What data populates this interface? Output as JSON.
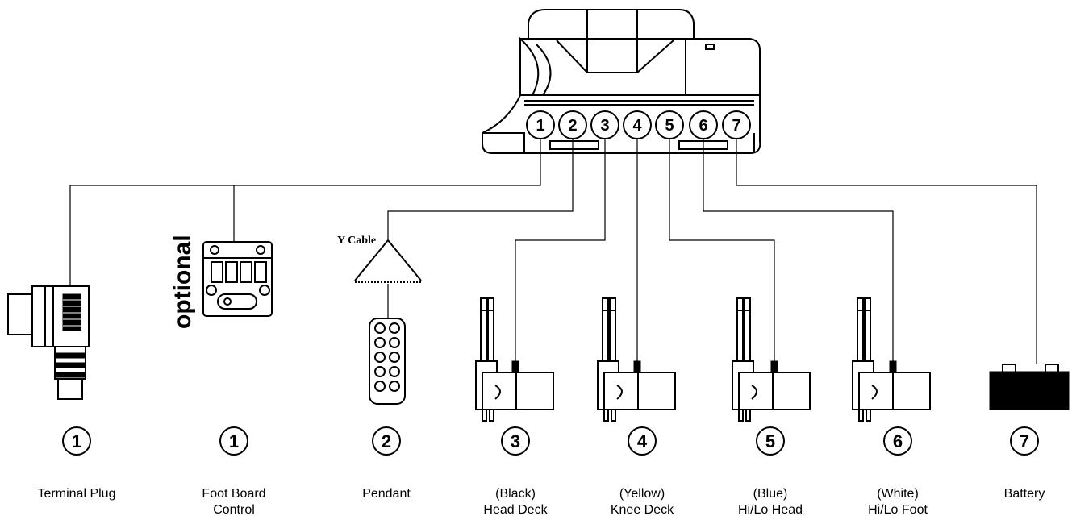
{
  "control_box": {
    "ports": [
      "1",
      "2",
      "3",
      "4",
      "5",
      "6",
      "7"
    ]
  },
  "optional_label": "optional",
  "y_cable_label": "Y Cable",
  "components": [
    {
      "number": "1",
      "line1": "Terminal Plug",
      "line2": ""
    },
    {
      "number": "1",
      "line1": "Foot Board",
      "line2": "Control"
    },
    {
      "number": "2",
      "line1": "Pendant",
      "line2": ""
    },
    {
      "number": "3",
      "line1": "(Black)",
      "line2": "Head Deck"
    },
    {
      "number": "4",
      "line1": "(Yellow)",
      "line2": "Knee Deck"
    },
    {
      "number": "5",
      "line1": "(Blue)",
      "line2": "Hi/Lo Head"
    },
    {
      "number": "6",
      "line1": "(White)",
      "line2": "Hi/Lo Foot"
    },
    {
      "number": "7",
      "line1": "Battery",
      "line2": ""
    }
  ]
}
